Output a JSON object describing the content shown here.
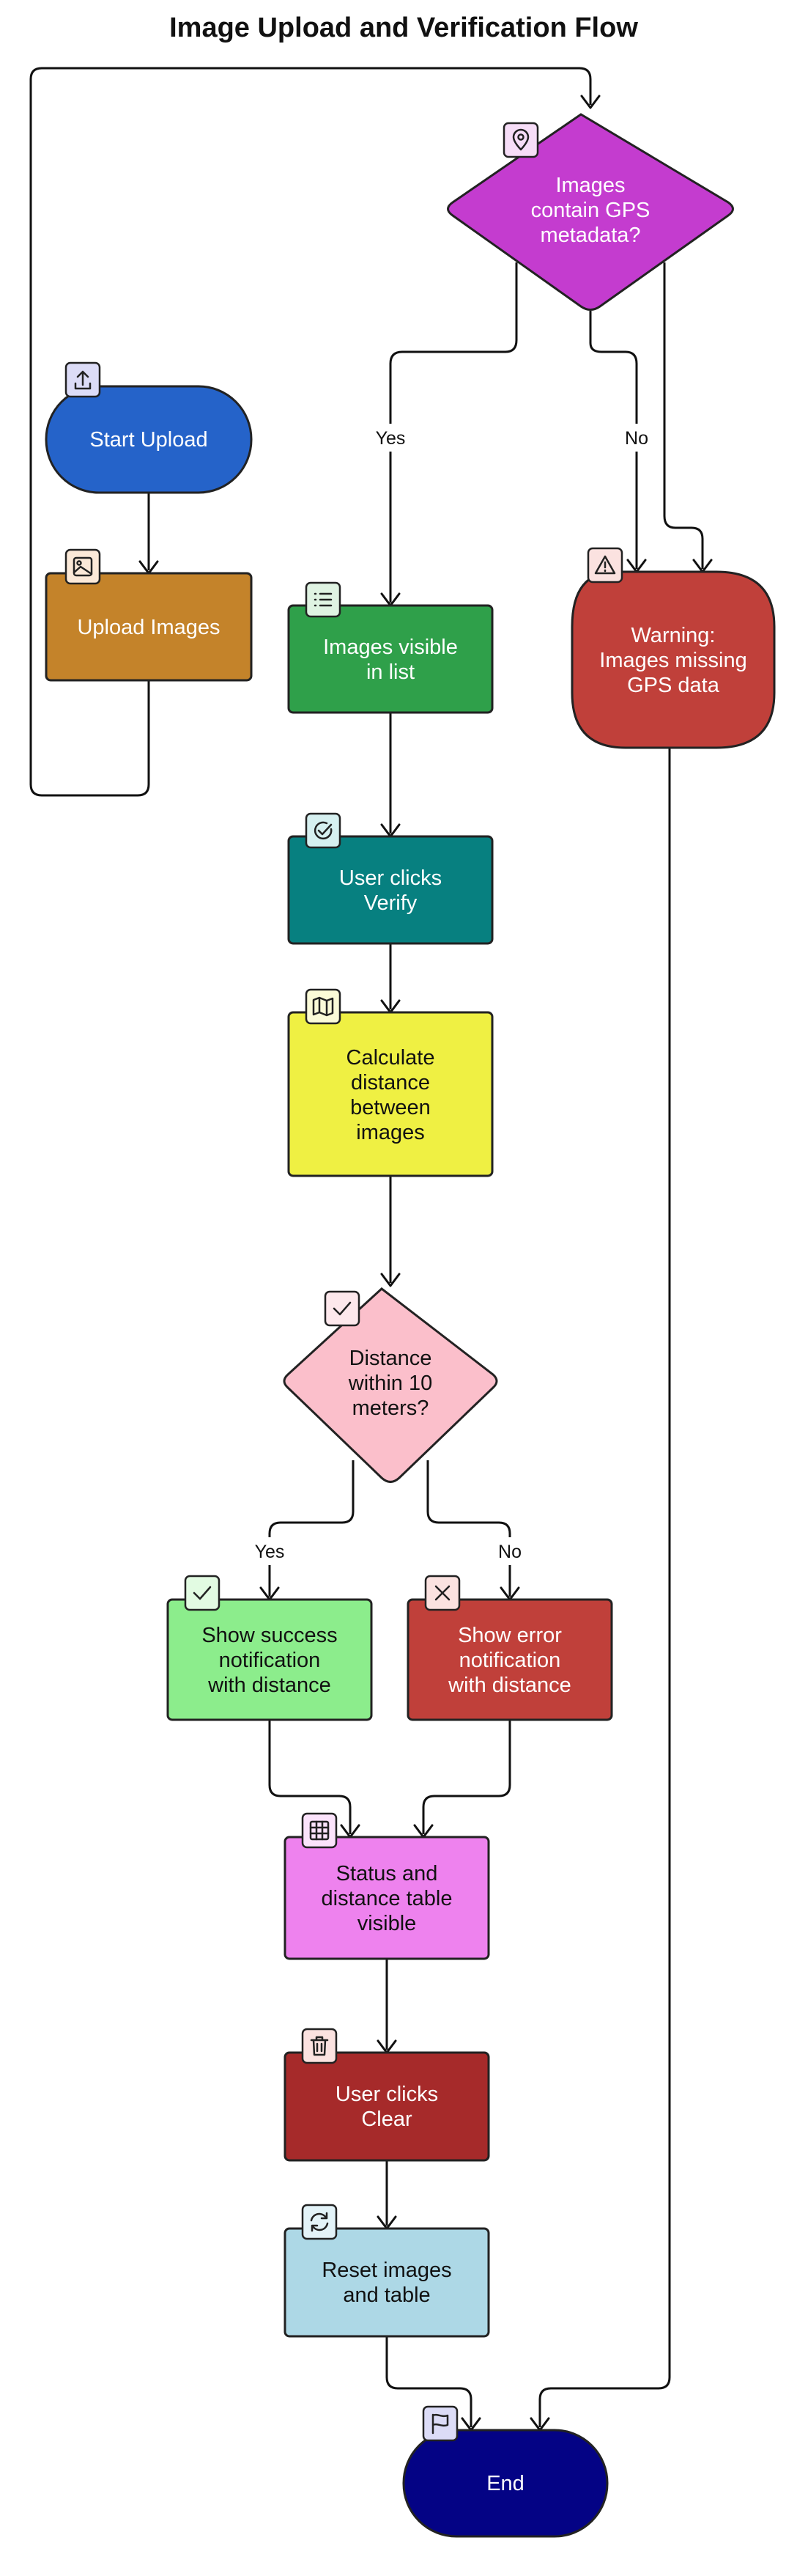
{
  "title": "Image Upload and Verification Flow",
  "nodes": {
    "start": {
      "label": [
        "Start Upload"
      ],
      "fill": "#2563c9",
      "text": "#ffffff",
      "badge": "#dcdcf7",
      "icon": "upload-icon"
    },
    "upload": {
      "label": [
        "Upload Images"
      ],
      "fill": "#c4832a",
      "text": "#ffffff",
      "badge": "#fbe9d8",
      "icon": "image-icon"
    },
    "gps": {
      "label": [
        "Images",
        "contain GPS",
        "metadata?"
      ],
      "fill": "#c43ccf",
      "text": "#ffffff",
      "badge": "#f6ddf7",
      "icon": "map-pin-icon"
    },
    "visible": {
      "label": [
        "Images visible",
        "in list"
      ],
      "fill": "#2fa04a",
      "text": "#ffffff",
      "badge": "#dff3e2",
      "icon": "list-icon"
    },
    "warning": {
      "label": [
        "Warning:",
        "Images missing",
        "GPS data"
      ],
      "fill": "#c0403a",
      "text": "#ffffff",
      "badge": "#fbe2e0",
      "icon": "alert-triangle-icon"
    },
    "verify": {
      "label": [
        "User clicks",
        "Verify"
      ],
      "fill": "#078080",
      "text": "#ffffff",
      "badge": "#d6f0f0",
      "icon": "check-circle-icon"
    },
    "calc": {
      "label": [
        "Calculate",
        "distance",
        "between",
        "images"
      ],
      "fill": "#eff043",
      "text": "#111111",
      "badge": "#fbfbd8",
      "icon": "map-icon"
    },
    "distance": {
      "label": [
        "Distance",
        "within 10",
        "meters?"
      ],
      "fill": "#fbbfcb",
      "text": "#111111",
      "badge": "#fde8ec",
      "icon": "check-icon"
    },
    "success": {
      "label": [
        "Show success",
        "notification",
        "with distance"
      ],
      "fill": "#8ced8c",
      "text": "#111111",
      "badge": "#e2fbe2",
      "icon": "check-icon"
    },
    "error": {
      "label": [
        "Show error",
        "notification",
        "with distance"
      ],
      "fill": "#c0403a",
      "text": "#ffffff",
      "badge": "#fbe2e0",
      "icon": "x-icon"
    },
    "table": {
      "label": [
        "Status and",
        "distance table",
        "visible"
      ],
      "fill": "#ee82ee",
      "text": "#111111",
      "badge": "#fbe3fb",
      "icon": "table-icon"
    },
    "clear": {
      "label": [
        "User clicks",
        "Clear"
      ],
      "fill": "#a62a2a",
      "text": "#ffffff",
      "badge": "#fbe2e0",
      "icon": "trash-icon"
    },
    "reset": {
      "label": [
        "Reset images",
        "and table"
      ],
      "fill": "#add8e6",
      "text": "#111111",
      "badge": "#e3f3f8",
      "icon": "refresh-icon"
    },
    "end": {
      "label": [
        "End"
      ],
      "fill": "#040385",
      "text": "#ffffff",
      "badge": "#dcdcf7",
      "icon": "flag-icon"
    }
  },
  "edge_labels": {
    "gps_yes": "Yes",
    "gps_no": "No",
    "dist_yes": "Yes",
    "dist_no": "No"
  }
}
